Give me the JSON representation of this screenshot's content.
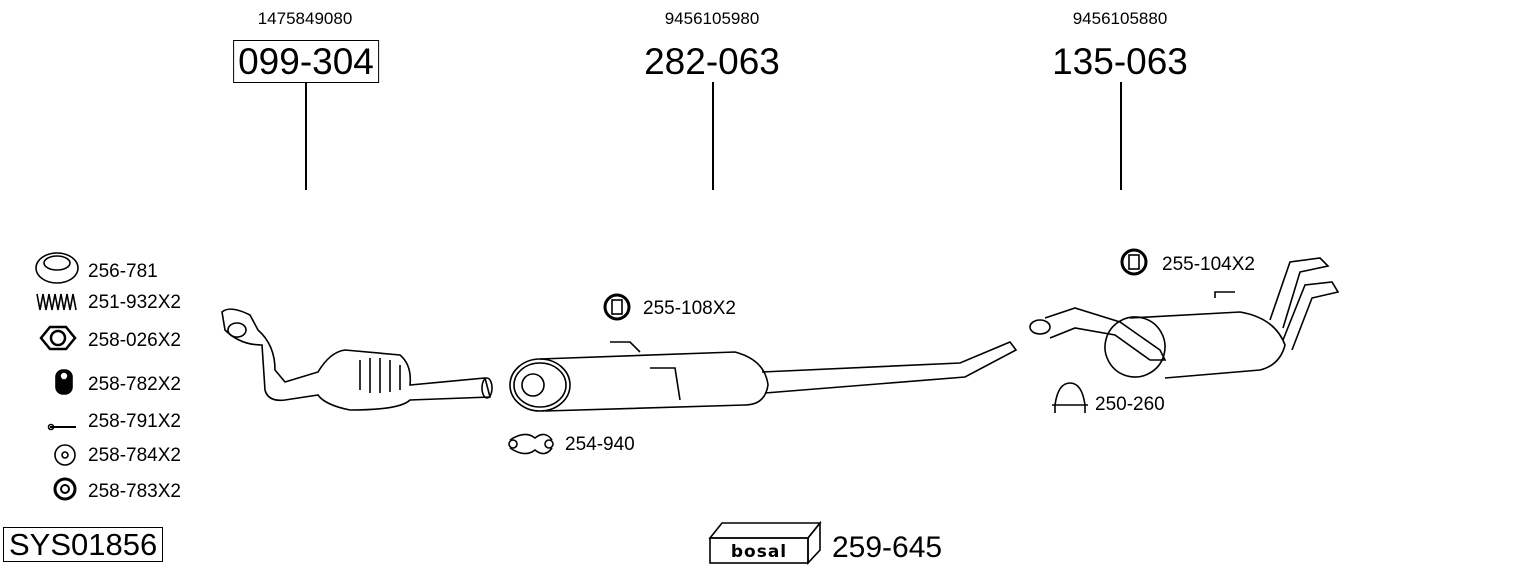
{
  "system_id": "SYS01856",
  "main_parts": [
    {
      "oe_number": "1475849080",
      "part_number": "099-304",
      "boxed": true
    },
    {
      "oe_number": "9456105980",
      "part_number": "282-063",
      "boxed": false
    },
    {
      "oe_number": "9456105880",
      "part_number": "135-063",
      "boxed": false
    }
  ],
  "accessories_left": [
    {
      "label": "256-781",
      "icon": "gasket-ring-icon"
    },
    {
      "label": "251-932X2",
      "icon": "spring-icon"
    },
    {
      "label": "258-026X2",
      "icon": "hex-nut-icon"
    },
    {
      "label": "258-782X2",
      "icon": "bushing-icon"
    },
    {
      "label": "258-791X2",
      "icon": "bolt-icon"
    },
    {
      "label": "258-784X2",
      "icon": "washer-icon"
    },
    {
      "label": "258-783X2",
      "icon": "rubber-washer-icon"
    }
  ],
  "accessories_diagram": [
    {
      "label": "255-108X2",
      "icon": "rubber-mount-icon"
    },
    {
      "label": "254-940",
      "icon": "flange-clamp-icon"
    },
    {
      "label": "255-104X2",
      "icon": "rubber-mount-icon"
    },
    {
      "label": "250-260",
      "icon": "u-clamp-icon"
    }
  ],
  "mounting_kit": {
    "label": "259-645",
    "brand": "bosal"
  }
}
